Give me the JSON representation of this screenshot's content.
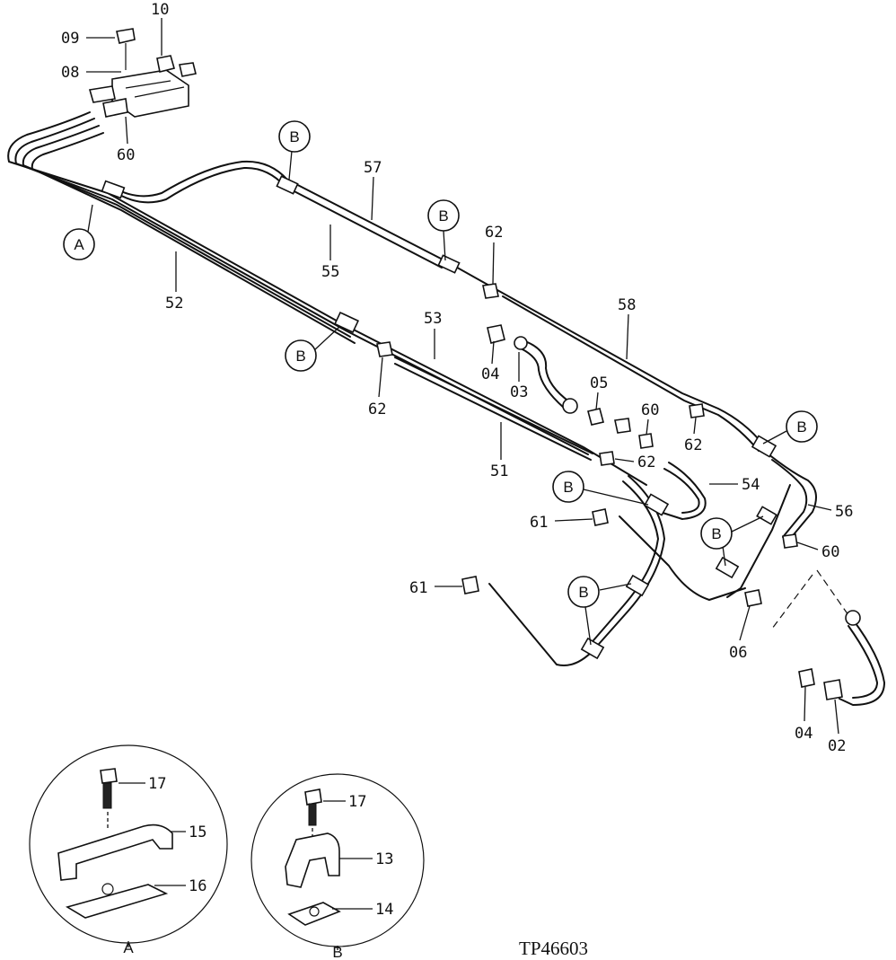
{
  "figure_code": "TP46603",
  "parts": {
    "p02": "02",
    "p03": "03",
    "p04a": "04",
    "p04b": "04",
    "p05": "05",
    "p06": "06",
    "p08": "08",
    "p09": "09",
    "p10": "10",
    "p51": "51",
    "p52": "52",
    "p53": "53",
    "p54": "54",
    "p55": "55",
    "p56": "56",
    "p57": "57",
    "p58": "58",
    "p60a": "60",
    "p60b": "60",
    "p60c": "60",
    "p61a": "61",
    "p61b": "61",
    "p62a": "62",
    "p62b": "62",
    "p62c": "62",
    "p62d": "62"
  },
  "detail_a": {
    "label": "A",
    "bolt": "17",
    "clamp": "15",
    "plate": "16"
  },
  "detail_b": {
    "label": "B",
    "bolt": "17",
    "clamp": "13",
    "plate": "14"
  },
  "callouts": {
    "a": "A",
    "b": "B"
  }
}
